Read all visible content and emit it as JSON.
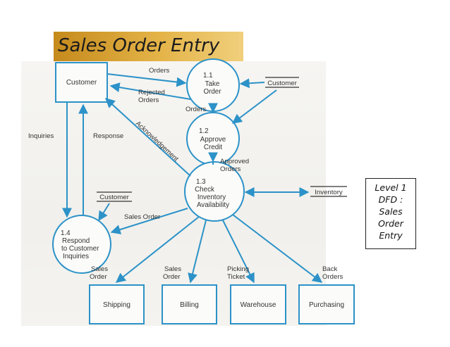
{
  "title": "Sales Order Entry",
  "legend": {
    "lines": [
      "Level 1",
      "DFD :",
      "Sales",
      "Order",
      "Entry"
    ]
  },
  "entities": {
    "customer": "Customer",
    "shipping": "Shipping",
    "billing": "Billing",
    "warehouse": "Warehouse",
    "purchasing": "Purchasing"
  },
  "processes": {
    "p1": [
      "1.1",
      "Take",
      "Order"
    ],
    "p2": [
      "1.2",
      "Approve",
      "Credit"
    ],
    "p3": [
      "1.3",
      "Check",
      "Inventory",
      "Availability"
    ],
    "p4": [
      "1.4",
      "Respond",
      "to Customer",
      "Inquiries"
    ]
  },
  "stores": {
    "customer_top": "Customer",
    "customer_left": "Customer",
    "inventory": "Inventory"
  },
  "flows": {
    "orders_top": "Orders",
    "rejected": [
      "Rejected",
      "Orders"
    ],
    "orders_mid": "Orders",
    "approved": [
      "Approved",
      "Orders"
    ],
    "acknowledgement": "Acknowledgement",
    "inquiries": "Inquiries",
    "response": "Response",
    "sales_order_mid": "Sales Order",
    "sales_order_ship": [
      "Sales",
      "Order"
    ],
    "sales_order_bill": [
      "Sales",
      "Order"
    ],
    "picking_ticket": [
      "Picking",
      "Ticket"
    ],
    "back_orders": [
      "Back",
      "Orders"
    ]
  },
  "colors": {
    "accent": "#2c92c8",
    "title_bar": "#d9a339"
  }
}
